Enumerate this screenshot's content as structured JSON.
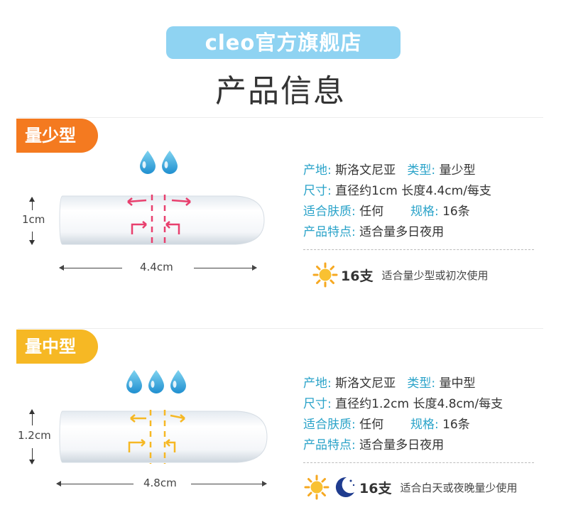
{
  "header": {
    "store_name": "cleo官方旗舰店",
    "title": "产品信息"
  },
  "products": [
    {
      "type_label": "量少型",
      "drops": 2,
      "diameter": "1cm",
      "length": "4.4cm",
      "marking_color": "#e8406e",
      "tag_color": "#f47a20",
      "specs": {
        "origin_key": "产地:",
        "origin_val": "斯洛文尼亚",
        "type_key": "类型:",
        "type_val": "量少型",
        "size_key": "尺寸:",
        "size_val": "直径约1cm 长度4.4cm/每支",
        "skin_key": "适合肤质:",
        "skin_val": "任何",
        "pack_key": "规格:",
        "pack_val": "16条",
        "feature_key": "产品特点:",
        "feature_val": "适合量多日夜用"
      },
      "usage": {
        "icons": [
          "sun-icon"
        ],
        "count": "16支",
        "desc": "适合量少型或初次使用"
      }
    },
    {
      "type_label": "量中型",
      "drops": 3,
      "diameter": "1.2cm",
      "length": "4.8cm",
      "marking_color": "#f6b824",
      "tag_color": "#f6b824",
      "specs": {
        "origin_key": "产地:",
        "origin_val": "斯洛文尼亚",
        "type_key": "类型:",
        "type_val": "量中型",
        "size_key": "尺寸:",
        "size_val": "直径约1.2cm 长度4.8cm/每支",
        "skin_key": "适合肤质:",
        "skin_val": "任何",
        "pack_key": "规格:",
        "pack_val": "16条",
        "feature_key": "产品特点:",
        "feature_val": "适合量多日夜用"
      },
      "usage": {
        "icons": [
          "sun-icon",
          "moon-icon"
        ],
        "count": "16支",
        "desc": "适合白天或夜晚量少使用"
      }
    }
  ]
}
